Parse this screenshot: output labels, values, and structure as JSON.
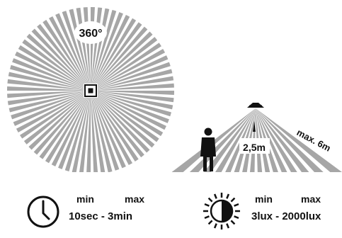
{
  "coverage": {
    "angle_label": "360°",
    "beam_count": 72,
    "rays_color": "#a6a6a6",
    "background_color": "#ffffff",
    "ink_color": "#111111"
  },
  "detection": {
    "mount_height_label": "2,5m",
    "range_label": "max. 6m"
  },
  "time_setting": {
    "icon": "clock-icon",
    "min_label": "min",
    "max_label": "max",
    "range_text": "10sec - 3min"
  },
  "lux_setting": {
    "icon": "sun-moon-icon",
    "min_label": "min",
    "max_label": "max",
    "range_text": "3lux - 2000lux"
  }
}
